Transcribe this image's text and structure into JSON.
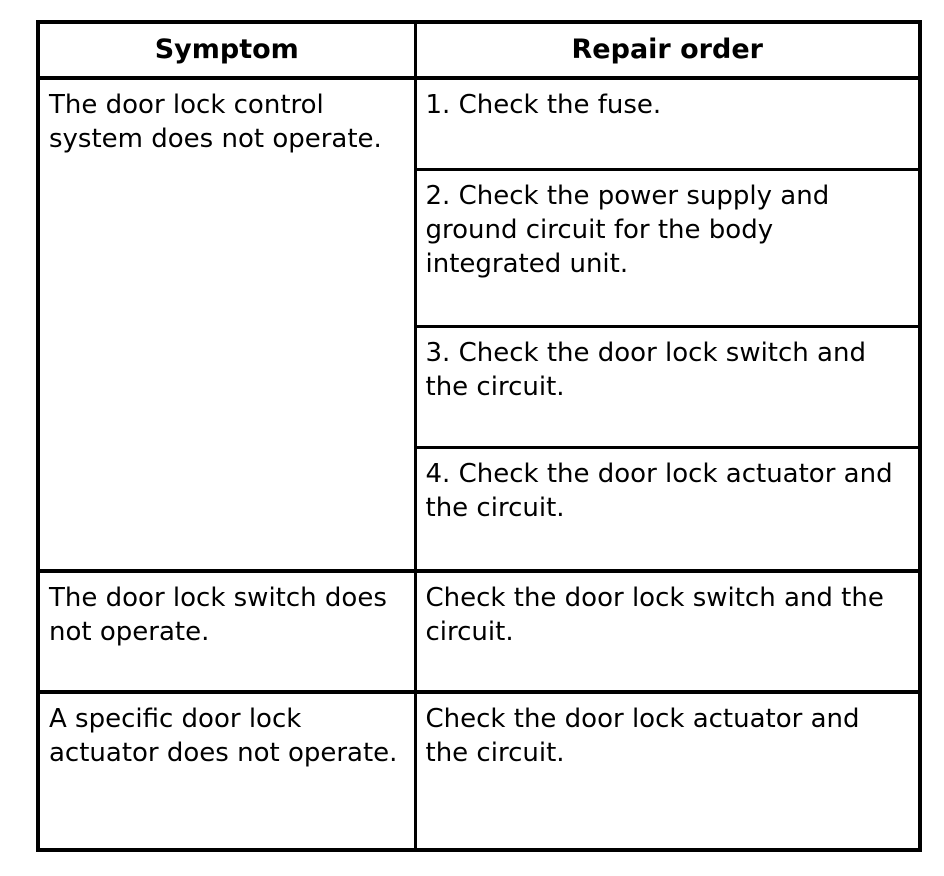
{
  "table": {
    "headers": [
      {
        "label": "Symptom"
      },
      {
        "label": "Repair order"
      }
    ],
    "rows": [
      {
        "symptom": "The door lock control system does not operate.",
        "repairs": [
          "1. Check the fuse.",
          "2. Check the power supply and ground circuit for the body integrated unit.",
          "3. Check the door lock switch and the circuit.",
          "4. Check the door lock actuator and the circuit."
        ]
      },
      {
        "symptom": "The door lock switch does not operate.",
        "repairs": [
          "Check the door lock switch and the circuit."
        ]
      },
      {
        "symptom": "A specific door lock actuator does not operate.",
        "repairs": [
          "Check the door lock actuator and the circuit."
        ]
      }
    ]
  },
  "colors": {
    "border": "#000000",
    "text": "#000000",
    "background": "#ffffff"
  }
}
